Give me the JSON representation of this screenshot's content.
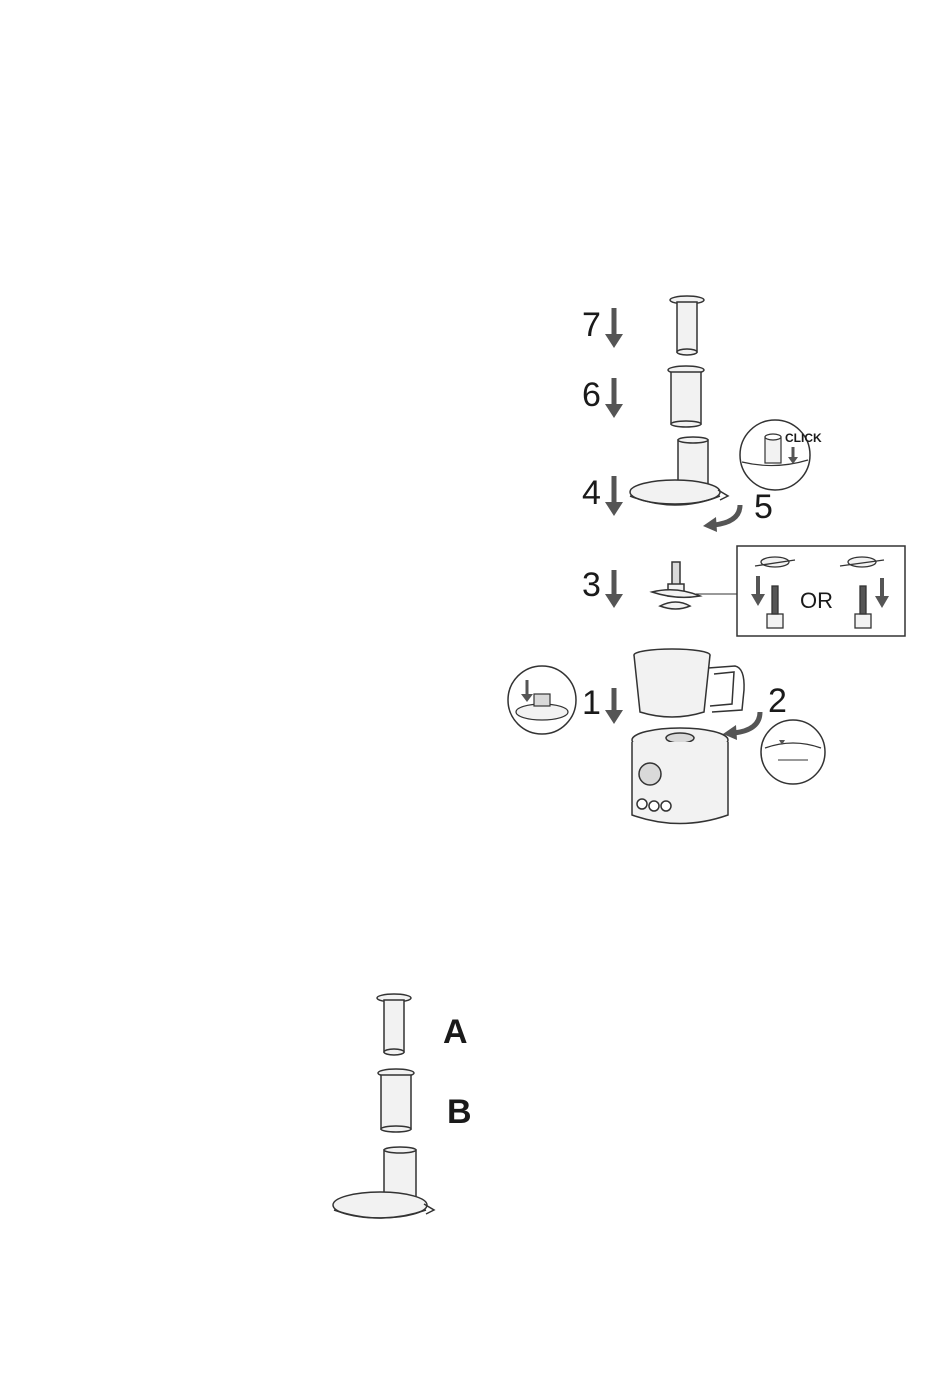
{
  "assembly_steps": {
    "step_1": "1",
    "step_2": "2",
    "step_3": "3",
    "step_4": "4",
    "step_5": "5",
    "step_6": "6",
    "step_7": "7"
  },
  "callouts": {
    "click_text": "CLICK",
    "or_text": "OR"
  },
  "parts": {
    "part_a": "A",
    "part_b": "B"
  },
  "colors": {
    "line": "#333333",
    "arrow": "#555555",
    "fill_light": "#f2f2f2",
    "fill_mid": "#d9d9d9"
  }
}
